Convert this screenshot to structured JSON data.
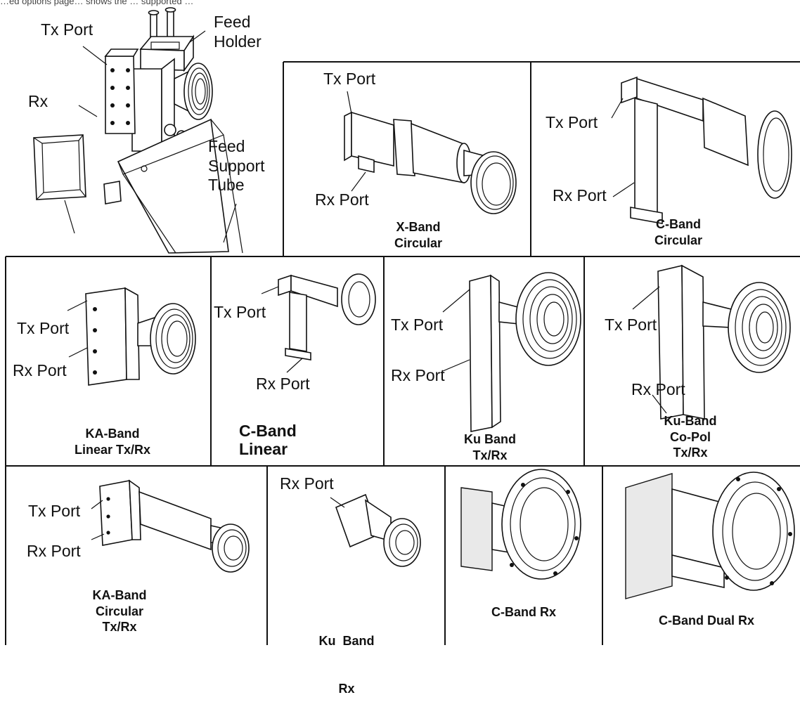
{
  "page_caption": "…ed options page… shows the … supported …",
  "assembly": {
    "labels": {
      "tx_port": "Tx Port",
      "feed_holder": "Feed\nHolder",
      "rx": "Rx",
      "feed_support_tube": "Feed\nSupport\nTube"
    }
  },
  "feeds": {
    "x_band_circular": {
      "tx": "Tx Port",
      "rx": "Rx Port",
      "caption": [
        "X-Band",
        "Circular"
      ]
    },
    "c_band_circular": {
      "tx": "Tx Port",
      "rx": "Rx Port",
      "caption": [
        "C-Band",
        "Circular"
      ]
    },
    "ka_band_linear": {
      "tx": "Tx Port",
      "rx": "Rx Port",
      "caption": [
        "KA-Band",
        "Linear Tx/Rx"
      ]
    },
    "c_band_linear": {
      "tx": "Tx Port",
      "rx": "Rx Port",
      "caption": [
        "C-Band",
        "Linear"
      ]
    },
    "ku_band_txrx": {
      "tx": "Tx Port",
      "rx": "Rx Port",
      "caption": [
        "Ku Band",
        "Tx/Rx"
      ]
    },
    "ku_band_copol": {
      "tx": "Tx Port",
      "rx": "Rx Port",
      "caption": [
        "Ku-Band",
        "Co-Pol",
        "Tx/Rx"
      ]
    },
    "ka_band_circular": {
      "tx": "Tx Port",
      "rx": "Rx Port",
      "caption": [
        "KA-Band",
        "Circular",
        "Tx/Rx"
      ]
    },
    "ku_band_rx": {
      "rx": "Rx Port",
      "caption": [
        "Ku  Band",
        "Rx"
      ]
    },
    "c_band_rx": {
      "caption": [
        "C-Band Rx"
      ]
    },
    "c_band_dual_rx": {
      "caption": [
        "C-Band Dual Rx"
      ]
    }
  },
  "colors": {
    "ink": "#111111",
    "paper": "#ffffff"
  }
}
